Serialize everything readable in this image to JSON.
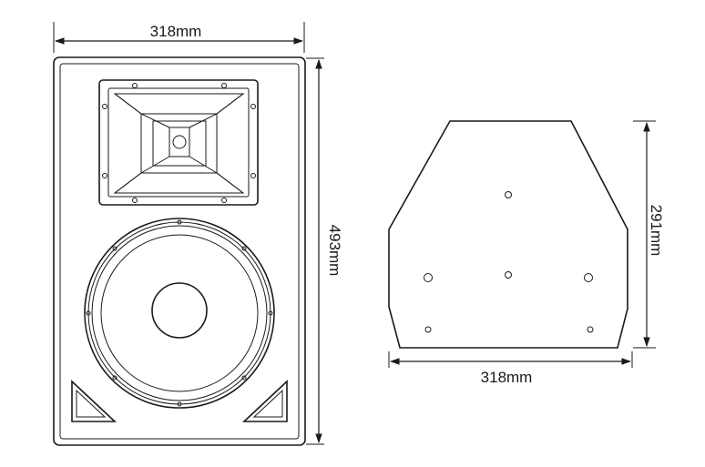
{
  "front_view": {
    "width_label": "318mm",
    "height_label": "493mm"
  },
  "top_view": {
    "depth_label": "291mm",
    "width_label": "318mm"
  }
}
